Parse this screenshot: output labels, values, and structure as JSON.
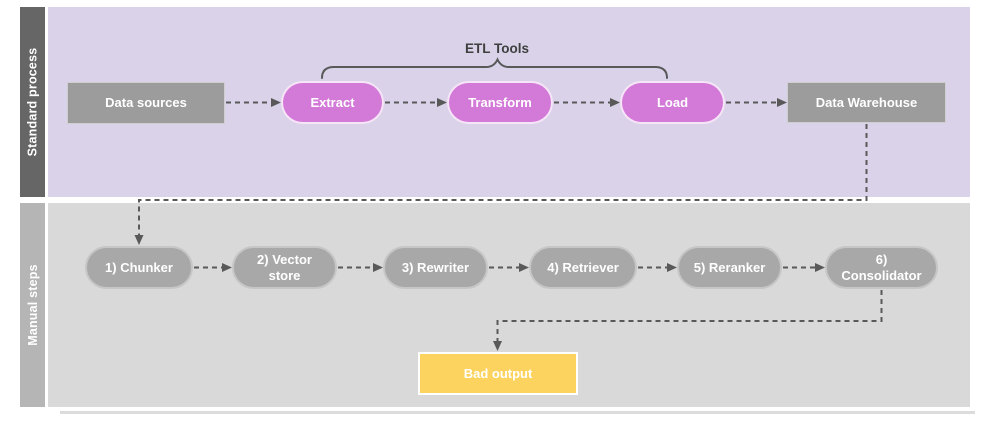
{
  "diagram": {
    "lanes": [
      {
        "label": "Standard process"
      },
      {
        "label": "Manual steps"
      }
    ],
    "nodes": {
      "data_sources": "Data sources",
      "extract": "Extract",
      "transform": "Transform",
      "load": "Load",
      "data_warehouse": "Data Warehouse",
      "chunker": "1) Chunker",
      "vector_store": "2) Vector store",
      "rewriter": "3) Rewriter",
      "retriever": "4) Retriever",
      "reranker": "5) Reranker",
      "consolidator": "6) Consolidator",
      "bad_output": "Bad output"
    },
    "annotations": {
      "etl_tools": "ETL Tools",
      "etl_tools_brace_spans": [
        "Extract",
        "Transform",
        "Load"
      ]
    },
    "edges": [
      {
        "from": "Data sources",
        "to": "Extract",
        "style": "dashed-arrow"
      },
      {
        "from": "Extract",
        "to": "Transform",
        "style": "dashed-arrow"
      },
      {
        "from": "Transform",
        "to": "Load",
        "style": "dashed-arrow"
      },
      {
        "from": "Load",
        "to": "Data Warehouse",
        "style": "dashed-arrow"
      },
      {
        "from": "Data Warehouse",
        "to": "1) Chunker",
        "style": "dashed-arrow-elbow"
      },
      {
        "from": "1) Chunker",
        "to": "2) Vector store",
        "style": "dashed-arrow"
      },
      {
        "from": "2) Vector store",
        "to": "3) Rewriter",
        "style": "dashed-arrow"
      },
      {
        "from": "3) Rewriter",
        "to": "4) Retriever",
        "style": "dashed-arrow"
      },
      {
        "from": "4) Retriever",
        "to": "5) Reranker",
        "style": "dashed-arrow"
      },
      {
        "from": "5) Reranker",
        "to": "6) Consolidator",
        "style": "dashed-arrow"
      },
      {
        "from": "6) Consolidator",
        "to": "Bad output",
        "style": "dashed-arrow-elbow"
      }
    ],
    "colors": {
      "standard_lane_bg": "#d9d2e9",
      "standard_lane_label_bg": "#666666",
      "manual_lane_bg": "#d9d9d9",
      "manual_lane_label_bg": "#b5b5b5",
      "etl_pill": "#d37ad8",
      "gray_box": "#9c9c9c",
      "gray_pill": "#a8a8a8",
      "bad_output_box": "#fcd35f",
      "connector": "#595959",
      "node_text": "#ffffff"
    }
  }
}
